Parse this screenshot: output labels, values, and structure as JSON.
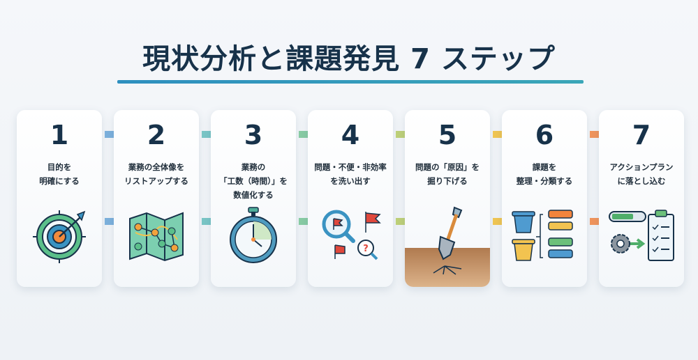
{
  "title": "現状分析と課題発見 7 ステップ",
  "colors": {
    "title": "#17324a",
    "underline": "#2e8fbf"
  },
  "steps": [
    {
      "number": "1",
      "lines": [
        "目的を",
        "明確にする"
      ],
      "icon": "target-icon",
      "arrow_color": "#6fa8d8"
    },
    {
      "number": "2",
      "lines": [
        "業務の全体像を",
        "リストアップする"
      ],
      "icon": "map-icon",
      "arrow_color": "#6cc0c0"
    },
    {
      "number": "3",
      "lines": [
        "業務の",
        "「工数（時間）」を",
        "数値化する"
      ],
      "icon": "stopwatch-icon",
      "arrow_color": "#7cc79a"
    },
    {
      "number": "4",
      "lines": [
        "問題・不便・非効率",
        "を洗い出す"
      ],
      "icon": "magnifier-flags-icon",
      "arrow_color": "#b8cc6a"
    },
    {
      "number": "5",
      "lines": [
        "問題の「原因」を",
        "掘り下げる"
      ],
      "icon": "shovel-roots-icon",
      "arrow_color": "#f0c040"
    },
    {
      "number": "6",
      "lines": [
        "課題を",
        "整理・分類する"
      ],
      "icon": "sort-bins-icon",
      "arrow_color": "#f08a4a"
    },
    {
      "number": "7",
      "lines": [
        "アクションプラン",
        "に落とし込む"
      ],
      "icon": "action-plan-icon"
    }
  ]
}
